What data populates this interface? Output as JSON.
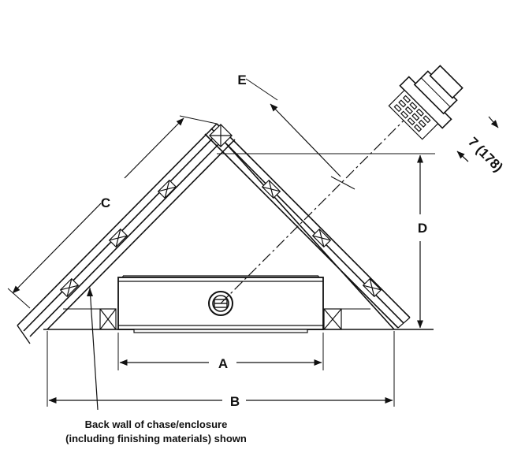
{
  "labels": {
    "a": "A",
    "b": "B",
    "c": "C",
    "d": "D",
    "e": "E",
    "vent_dim": "7 (178)"
  },
  "caption": {
    "line1": "Back wall of chase/enclosure",
    "line2": "(including finishing materials) shown"
  }
}
